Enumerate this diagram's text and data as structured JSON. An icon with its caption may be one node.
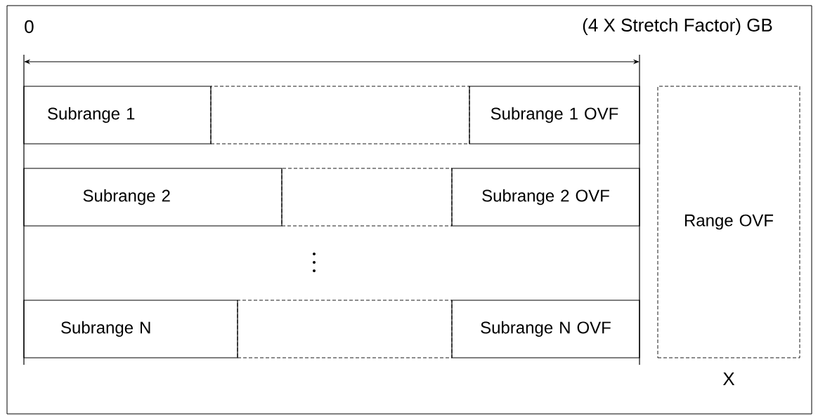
{
  "diagram": {
    "nodes": [
      {
        "text": [
          "Subrange 1"
        ]
      },
      {
        "text": [],
        "shape": "box"
      },
      {
        "text": [
          "Subrange 1 OVF"
        ]
      },
      {
        "text": [
          "Subrange 2"
        ]
      },
      {
        "text": [],
        "shape": "box"
      },
      {
        "text": [
          "Subrange 2 OVF"
        ]
      },
      {
        "text": [
          "Subrange N"
        ]
      },
      {
        "text": [],
        "shape": "box"
      },
      {
        "text": [
          "Subrange N OVF"
        ]
      },
      {
        "text": [
          "Range OVF"
        ]
      }
    ],
    "edges": [],
    "labels": [
      "0",
      "(4 X Stretch Factor) GB",
      "X"
    ]
  }
}
